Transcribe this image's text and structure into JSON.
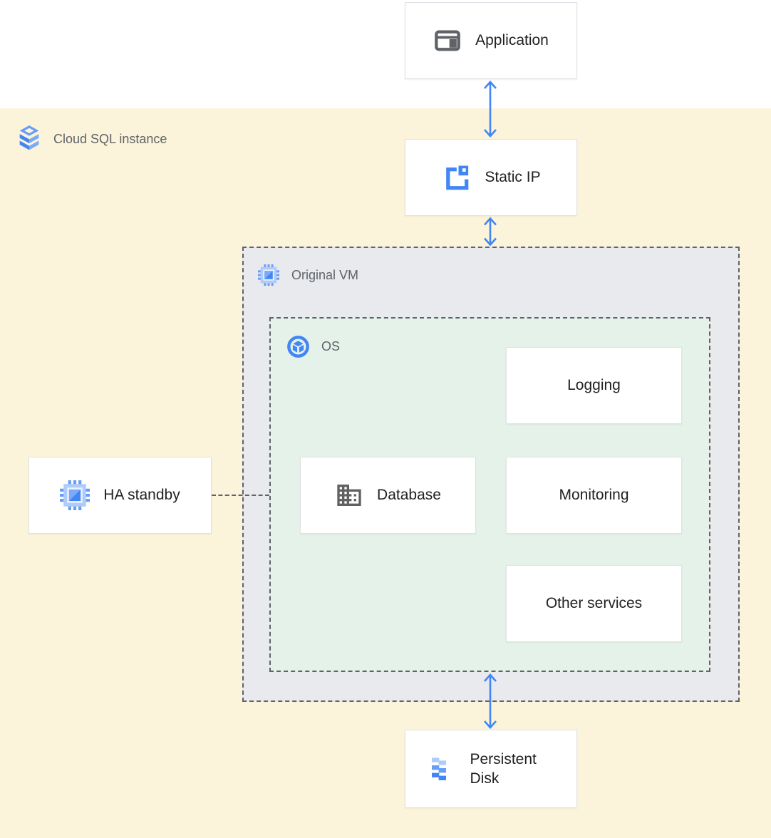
{
  "colors": {
    "page_background": "#ffffff",
    "cloud_sql_zone_bg": "#fcf4da",
    "vm_zone_bg": "#e8eaed",
    "os_zone_bg": "#e5f2e9",
    "node_bg": "#ffffff",
    "node_border": "#dfe2e6",
    "dashed_border": "#5f6368",
    "arrow_blue": "#4285f4",
    "label_dark": "#202124",
    "label_gray": "#5f6368",
    "icon_gray": "#5f6368",
    "icon_blue": "#4285f4",
    "icon_blue_light": "#aecbfa",
    "icon_blue_mid": "#669df6"
  },
  "zones": {
    "cloud_sql": {
      "label": "Cloud SQL instance",
      "icon": "cloud-sql-icon"
    },
    "original_vm": {
      "label": "Original VM",
      "icon": "compute-engine-icon"
    },
    "os": {
      "label": "OS",
      "icon": "os-image-icon"
    }
  },
  "nodes": {
    "application": {
      "label": "Application",
      "icon": "application-window-icon"
    },
    "static_ip": {
      "label": "Static IP",
      "icon": "external-ip-icon"
    },
    "logging": {
      "label": "Logging"
    },
    "database": {
      "label": "Database",
      "icon": "database-building-icon"
    },
    "monitoring": {
      "label": "Monitoring"
    },
    "other_services": {
      "label": "Other services"
    },
    "ha_standby": {
      "label": "HA standby",
      "icon": "compute-engine-icon"
    },
    "persistent_disk": {
      "label": "Persistent Disk",
      "icon": "persistent-disk-icon"
    }
  },
  "connections": [
    {
      "from": "application",
      "to": "static_ip",
      "style": "double-headed-arrow"
    },
    {
      "from": "static_ip",
      "to": "original_vm",
      "style": "double-headed-arrow"
    },
    {
      "from": "os",
      "to": "persistent_disk",
      "style": "double-headed-arrow"
    },
    {
      "from": "ha_standby",
      "to": "original_vm",
      "style": "dashed-line"
    }
  ]
}
